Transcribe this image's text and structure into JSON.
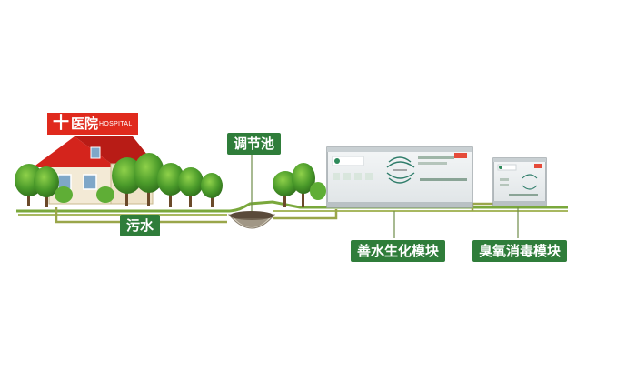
{
  "hospital": {
    "cross": "十",
    "name": "医院",
    "en": "HOSPITAL"
  },
  "labels": {
    "sewage": "污水",
    "tank": "调节池",
    "bio": "善水生化模块",
    "ozone": "臭氧消毒模块"
  },
  "colors": {
    "label_bg": "#2f7d3a",
    "hospital_red": "#e02a1d",
    "pipe": "#9aa64a",
    "roof": "#d4241c"
  },
  "icons": [
    "hospital-building-icon",
    "tree-icon",
    "regulating-tank-icon",
    "bio-module-icon",
    "ozone-module-icon"
  ]
}
